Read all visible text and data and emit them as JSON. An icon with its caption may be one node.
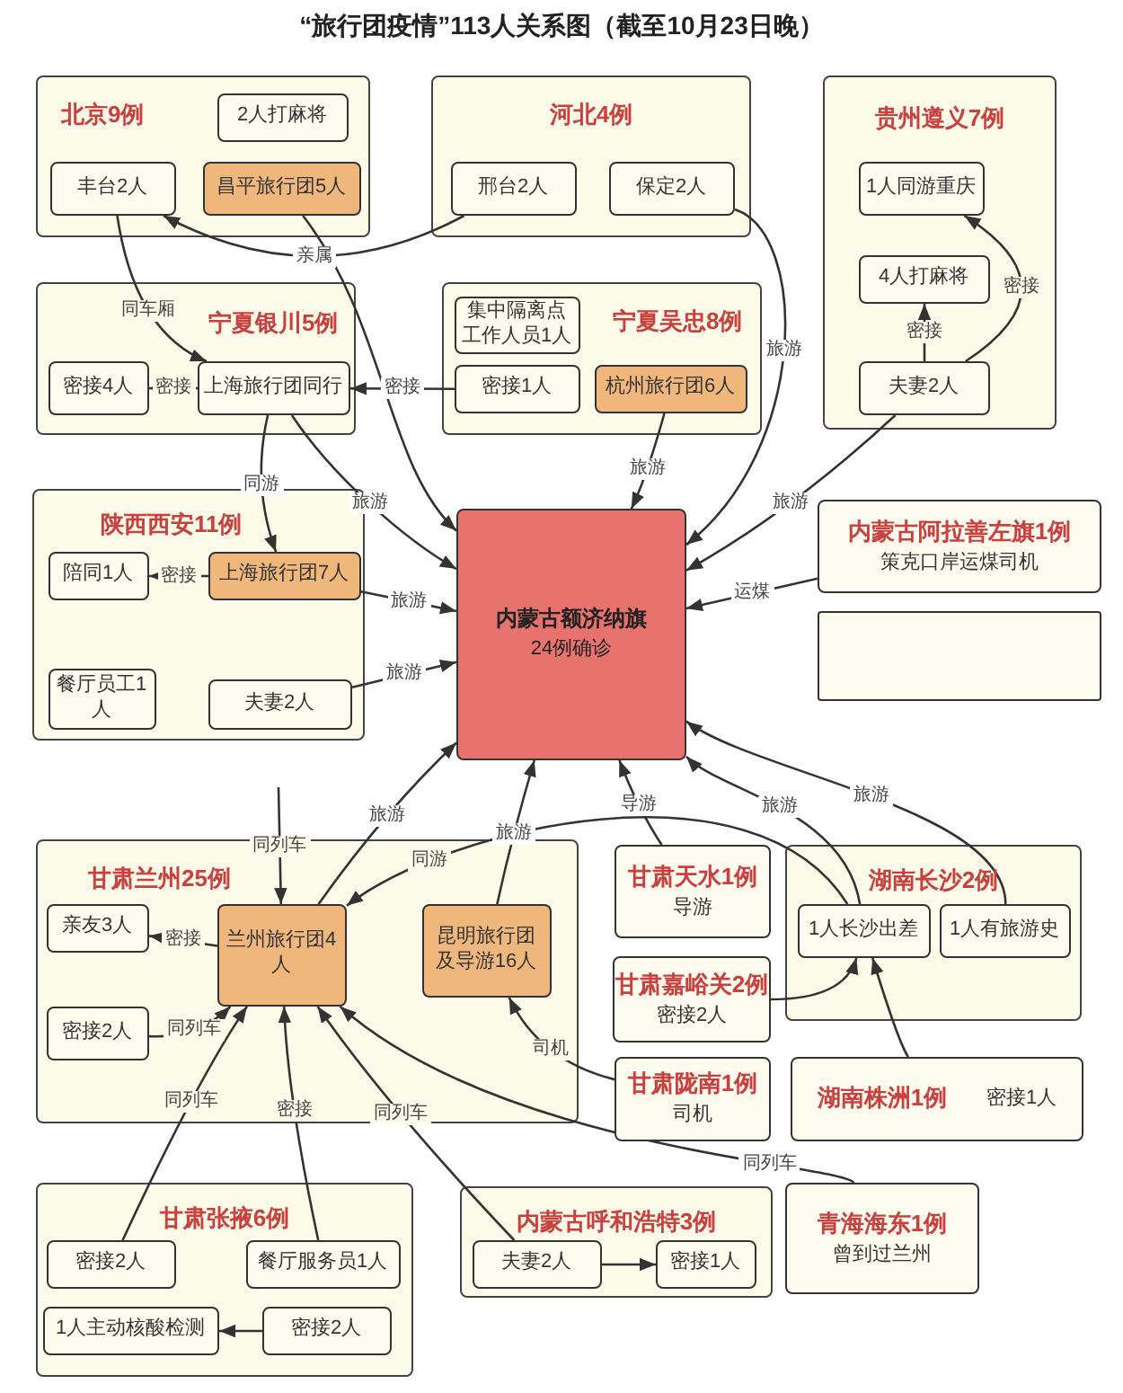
{
  "diagram": {
    "title": "“旅行团疫情”113人关系图（截至10月23日晚）",
    "nodes": [
      {
        "text": [
          "北京9例"
        ]
      },
      {
        "text": [
          "2人打麻将"
        ],
        "in": 0
      },
      {
        "text": [
          "丰台2人"
        ],
        "in": 0
      },
      {
        "text": [
          "昌平旅行团5人"
        ],
        "in": 0
      },
      {
        "text": [
          "河北4例"
        ]
      },
      {
        "text": [
          "邢台2人"
        ],
        "in": 4
      },
      {
        "text": [
          "保定2人"
        ],
        "in": 4
      },
      {
        "text": [
          "贵州遵义7例"
        ]
      },
      {
        "text": [
          "1人同游重庆"
        ],
        "in": 7
      },
      {
        "text": [
          "4人打麻将"
        ],
        "in": 7
      },
      {
        "text": [
          "夫妻2人"
        ],
        "in": 7
      },
      {
        "text": [
          "宁夏银川5例"
        ]
      },
      {
        "text": [
          "密接4人"
        ],
        "in": 11
      },
      {
        "text": [
          "上海旅行团同行"
        ],
        "in": 11
      },
      {
        "text": [
          "宁夏吴忠8例"
        ]
      },
      {
        "text": [
          "集中隔离点工作人员1人"
        ],
        "in": 14
      },
      {
        "text": [
          "密接1人"
        ],
        "in": 14
      },
      {
        "text": [
          "杭州旅行团6人"
        ],
        "in": 14
      },
      {
        "text": [
          "陕西西安11例"
        ]
      },
      {
        "text": [
          "陪同1人"
        ],
        "in": 18
      },
      {
        "text": [
          "上海旅行团7人"
        ],
        "in": 18
      },
      {
        "text": [
          "餐厅员工1人"
        ],
        "in": 18
      },
      {
        "text": [
          "夫妻2人"
        ],
        "in": 18
      },
      {
        "text": [
          "内蒙古额济纳旗",
          "24例确诊"
        ]
      },
      {
        "text": [
          "内蒙古阿拉善左旗1例",
          "策克口岸运煤司机"
        ]
      },
      {
        "text": [],
        "shape": "box"
      },
      {
        "text": [
          "甘肃兰州25例"
        ]
      },
      {
        "text": [
          "亲友3人"
        ],
        "in": 26
      },
      {
        "text": [
          "兰州旅行团4人"
        ],
        "in": 26
      },
      {
        "text": [
          "昆明旅行团及导游16人"
        ],
        "in": 26
      },
      {
        "text": [
          "密接2人"
        ],
        "in": 26
      },
      {
        "text": [
          "甘肃天水1例",
          "导游"
        ]
      },
      {
        "text": [
          "湖南长沙2例"
        ]
      },
      {
        "text": [
          "1人长沙出差"
        ],
        "in": 32
      },
      {
        "text": [
          "1人有旅游史"
        ],
        "in": 32
      },
      {
        "text": [
          "甘肃嘉峪关2例",
          "密接2人"
        ]
      },
      {
        "text": [
          "甘肃陇南1例",
          "司机"
        ]
      },
      {
        "text": [
          "湖南株洲1例",
          "密接1人"
        ]
      },
      {
        "text": [
          "甘肃张掖6例"
        ]
      },
      {
        "text": [
          "密接2人"
        ],
        "in": 38
      },
      {
        "text": [
          "餐厅服务员1人"
        ],
        "in": 38
      },
      {
        "text": [
          "1人主动核酸检测"
        ],
        "in": 38
      },
      {
        "text": [
          "密接2人"
        ],
        "in": 38
      },
      {
        "text": [
          "内蒙古呼和浩特3例"
        ]
      },
      {
        "text": [
          "夫妻2人"
        ],
        "in": 43
      },
      {
        "text": [
          "密接1人"
        ],
        "in": 43
      },
      {
        "text": [
          "青海海东1例",
          "曾到过兰州"
        ]
      }
    ],
    "edges": [
      {
        "from": 5,
        "to": 2,
        "arrow": "to",
        "label": "亲属"
      },
      {
        "from": 2,
        "to": 13,
        "arrow": "to",
        "label": "同车厢"
      },
      {
        "from": 3,
        "to": 23,
        "arrow": "to"
      },
      {
        "from": 6,
        "to": 23,
        "arrow": "to",
        "label": "旅游"
      },
      {
        "from": 17,
        "to": 23,
        "arrow": "to",
        "label": "旅游"
      },
      {
        "from": 10,
        "to": 23,
        "arrow": "to",
        "label": "旅游"
      },
      {
        "from": 10,
        "to": 9,
        "arrow": "to",
        "label": "密接"
      },
      {
        "from": 10,
        "to": 8,
        "arrow": "to",
        "label": "密接"
      },
      {
        "from": 16,
        "to": 13,
        "arrow": "to",
        "label": "密接"
      },
      {
        "from": 13,
        "to": 12,
        "arrow": "to",
        "label": "密接"
      },
      {
        "from": 13,
        "to": 20,
        "arrow": "to",
        "label": "同游"
      },
      {
        "from": 13,
        "to": 23,
        "arrow": "to",
        "label": "旅游"
      },
      {
        "from": 20,
        "to": 23,
        "arrow": "to",
        "label": "旅游"
      },
      {
        "from": 20,
        "to": 19,
        "arrow": "to",
        "label": "密接"
      },
      {
        "from": 24,
        "to": 23,
        "arrow": "to",
        "label": "运煤"
      },
      {
        "from": 22,
        "to": 23,
        "arrow": "to",
        "label": "旅游"
      },
      {
        "from": 28,
        "to": 23,
        "arrow": "to",
        "label": "旅游"
      },
      {
        "from": 29,
        "to": 23,
        "arrow": "to",
        "label": "旅游"
      },
      {
        "from": 31,
        "to": 23,
        "arrow": "to",
        "label": "导游"
      },
      {
        "from": 33,
        "to": 23,
        "arrow": "to",
        "label": "旅游"
      },
      {
        "from": 34,
        "to": 23,
        "arrow": "to",
        "label": "旅游"
      },
      {
        "from": null,
        "to": 28,
        "arrow": "to",
        "label": "同列车"
      },
      {
        "from": 33,
        "to": 28,
        "arrow": "to",
        "label": "同游"
      },
      {
        "from": 28,
        "to": 27,
        "arrow": "to",
        "label": "密接"
      },
      {
        "from": 30,
        "to": 28,
        "arrow": "to",
        "label": "同列车"
      },
      {
        "from": 39,
        "to": 28,
        "arrow": "to",
        "label": "同列车"
      },
      {
        "from": 40,
        "to": 28,
        "arrow": "to",
        "label": "密接"
      },
      {
        "from": 44,
        "to": 28,
        "arrow": "to",
        "label": "同列车"
      },
      {
        "from": 46,
        "to": 28,
        "arrow": "to",
        "label": "同列车"
      },
      {
        "from": 36,
        "to": 29,
        "arrow": "to",
        "label": "司机"
      },
      {
        "from": 35,
        "to": 33,
        "arrow": "to"
      },
      {
        "from": 37,
        "to": 33,
        "arrow": "to"
      },
      {
        "from": 42,
        "to": 41,
        "arrow": "to"
      },
      {
        "from": 44,
        "to": 45,
        "arrow": "to"
      }
    ]
  }
}
